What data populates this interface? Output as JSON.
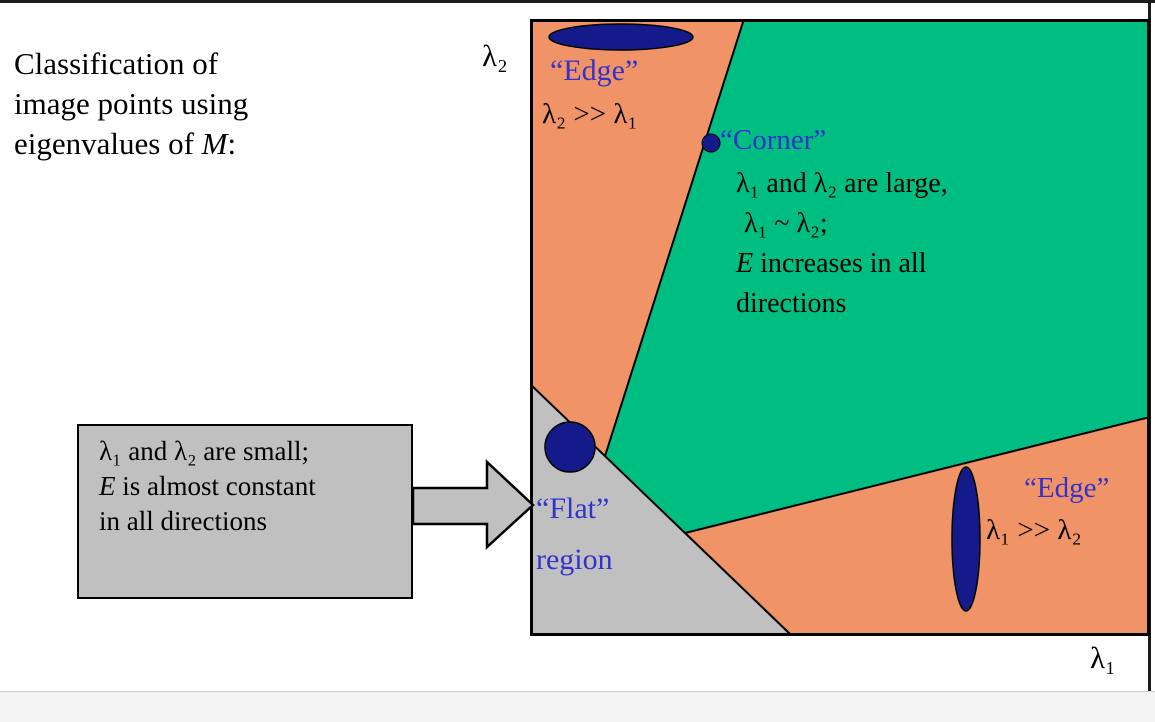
{
  "colors": {
    "orange": "#F09468",
    "green": "#00BE82",
    "gray": "#C0C0C0",
    "navy": "#151A8A",
    "blue_text": "#3333CC"
  },
  "title": {
    "line1": "Classification of",
    "line2": "image points using",
    "line3_prefix": "eigenvalues of ",
    "line3_var": "M",
    "line3_suffix": ":"
  },
  "axes": {
    "y_label": "λ₂",
    "x_label": "λ₁"
  },
  "regions": {
    "edge_top": {
      "label": "“Edge”",
      "condition": "λ₂ >> λ₁"
    },
    "corner": {
      "label": "“Corner”",
      "desc_line1": "λ₁ and λ₂ are large,",
      "desc_line2": "λ₁ ~ λ₂;",
      "desc_line3_var": "E",
      "desc_line3_rest": " increases in all",
      "desc_line4": "directions"
    },
    "flat": {
      "label_line1": "“Flat”",
      "label_line2": "region"
    },
    "edge_bottom": {
      "label": "“Edge”",
      "condition": "λ₁ >> λ₂"
    }
  },
  "callout": {
    "line1": "λ₁ and λ₂ are small;",
    "line2_var": "E",
    "line2_rest": " is almost constant",
    "line3": "in all directions"
  }
}
